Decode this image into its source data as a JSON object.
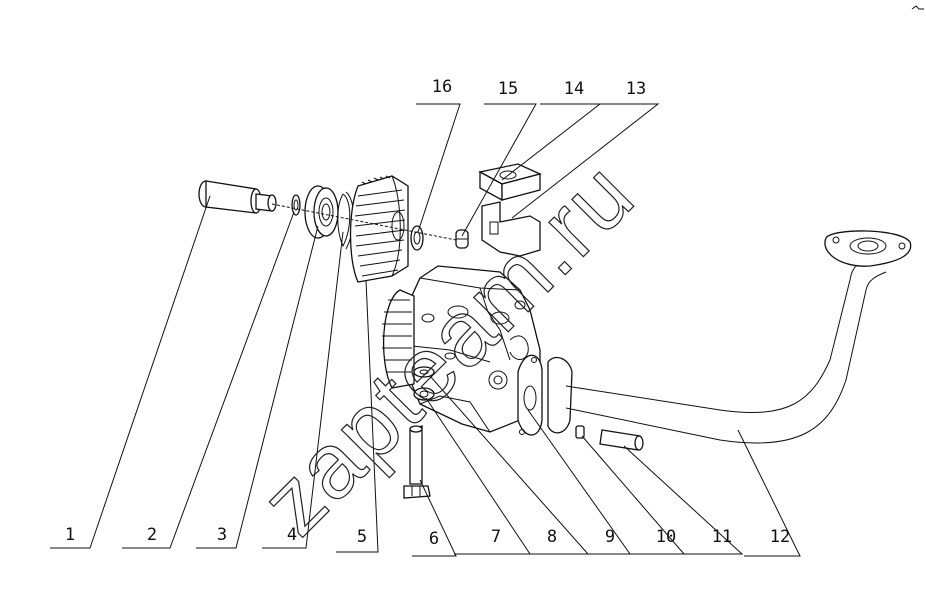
{
  "watermark": "zapteam.ru",
  "callouts": [
    "1",
    "2",
    "3",
    "4",
    "5",
    "6",
    "7",
    "8",
    "9",
    "10",
    "11",
    "12",
    "13",
    "14",
    "15",
    "16"
  ]
}
